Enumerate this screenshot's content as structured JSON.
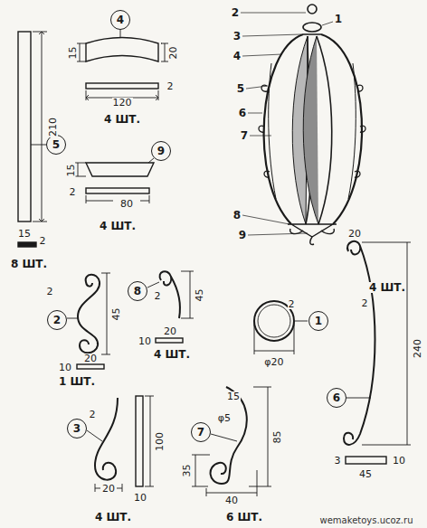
{
  "diagram": {
    "nodes": [
      {
        "text": [
          "4"
        ]
      },
      {
        "text": [
          "5"
        ]
      },
      {
        "text": [
          "9"
        ]
      },
      {
        "text": [
          "8"
        ]
      },
      {
        "text": [
          "2"
        ]
      },
      {
        "text": [
          "1"
        ]
      },
      {
        "text": [
          "3"
        ]
      },
      {
        "text": [
          "7"
        ]
      },
      {
        "text": [
          "6"
        ]
      }
    ],
    "labels": [
      "210",
      "15",
      "2",
      "8 ШТ.",
      "15",
      "20",
      "120",
      "2",
      "4 ШТ.",
      "15",
      "2",
      "80",
      "4 ШТ.",
      "2",
      "45",
      "10",
      "20",
      "1 ШТ.",
      "2",
      "45",
      "10",
      "20",
      "4 ШТ.",
      "2",
      "φ20",
      "2",
      "100",
      "20",
      "10",
      "4 ШТ.",
      "15",
      "φ5",
      "85",
      "35",
      "40",
      "6 ШТ.",
      "20",
      "2",
      "240",
      "4 ШТ.",
      "3",
      "45",
      "10",
      "2",
      "1",
      "3",
      "4",
      "5",
      "6",
      "7",
      "8",
      "9",
      "wemaketoys.ucoz.ru"
    ]
  }
}
